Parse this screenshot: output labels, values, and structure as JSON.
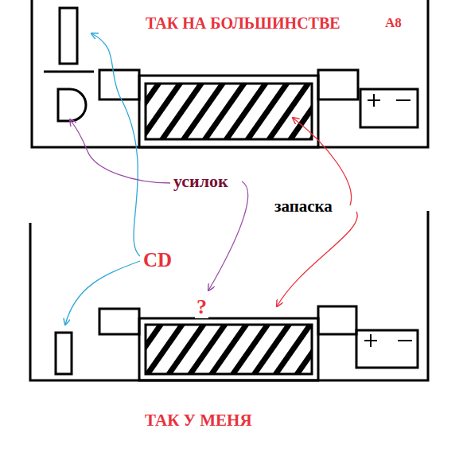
{
  "diagram": {
    "labels": [
      "ТАК НА БОЛЬШИНСТВЕ",
      "A8",
      "усилок",
      "запаска",
      "CD",
      "?",
      "ТАК У МЕНЯ"
    ]
  }
}
